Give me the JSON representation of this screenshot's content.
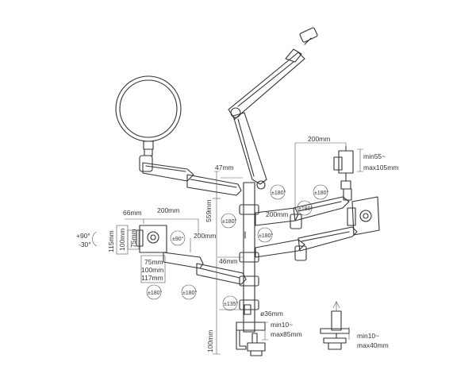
{
  "dimensions": {
    "light_arm_offset": "47mm",
    "pole_height": "559mm",
    "camera_bracket_offset": "200mm",
    "right_arm_reach": "200mm",
    "clamp_range_top": "min55~",
    "clamp_range_top_max": "max105mm",
    "monitor_offset": "66mm",
    "monitor_arm_reach": "200mm",
    "center_arm_reach": "200mm",
    "pole_segment": "46mm",
    "pole_diameter": "ø36mm",
    "clamp_range_bottom": "min10~",
    "clamp_range_bottom_max": "max85mm",
    "clamp_height": "100mm",
    "grommet_range": "min10~",
    "grommet_range_max": "max40mm"
  },
  "vesa": {
    "v115": "115mm",
    "v100": "100mm",
    "v75": "75mm",
    "h75": "75mm",
    "h100": "100mm",
    "h117": "117mm"
  },
  "tilt": {
    "up": "+90°",
    "down": "-30°"
  },
  "rotations": {
    "r1": "±180°",
    "r2": "±180°",
    "r3": "±180°",
    "r4": "±180°",
    "r5": "±180°",
    "r6": "±90°",
    "r7": "±180°",
    "r8": "±180°",
    "r9": "±135°"
  }
}
